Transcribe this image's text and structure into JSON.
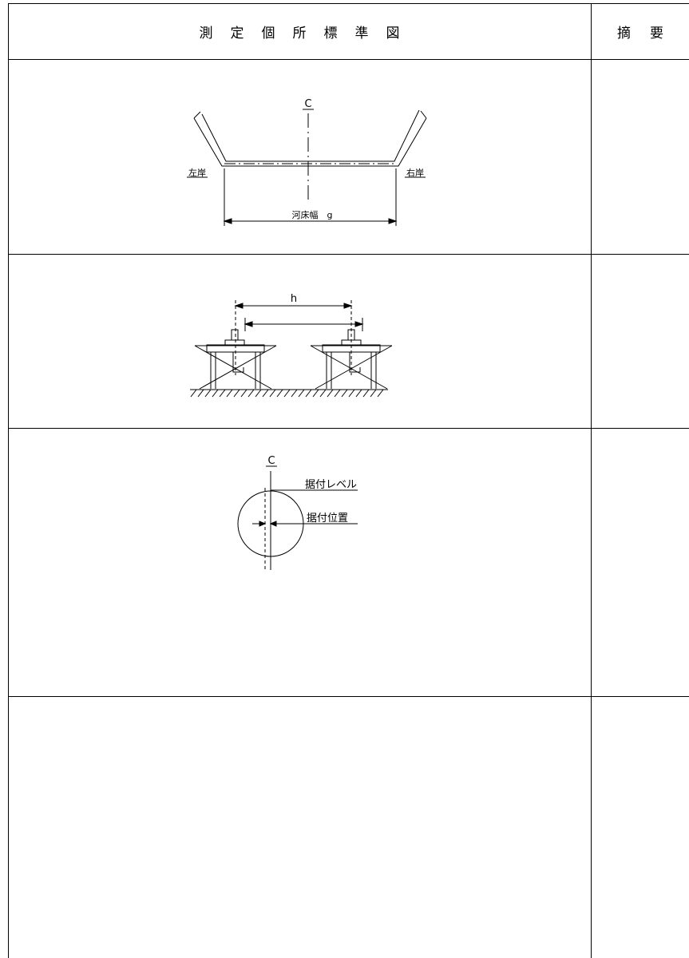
{
  "header": {
    "diagram_title_chars": [
      "測",
      "定",
      "個",
      "所",
      "標",
      "準",
      "図"
    ],
    "remarks_chars": [
      "摘",
      "要"
    ]
  },
  "fig1": {
    "centerline_mark": "C",
    "left_bank": "左岸",
    "right_bank": "右岸",
    "dimension": "河床幅　g"
  },
  "fig2": {
    "dimension": "h"
  },
  "fig3": {
    "centerline_mark": "C",
    "level_label": "据付レベル",
    "position_label": "据付位置"
  }
}
